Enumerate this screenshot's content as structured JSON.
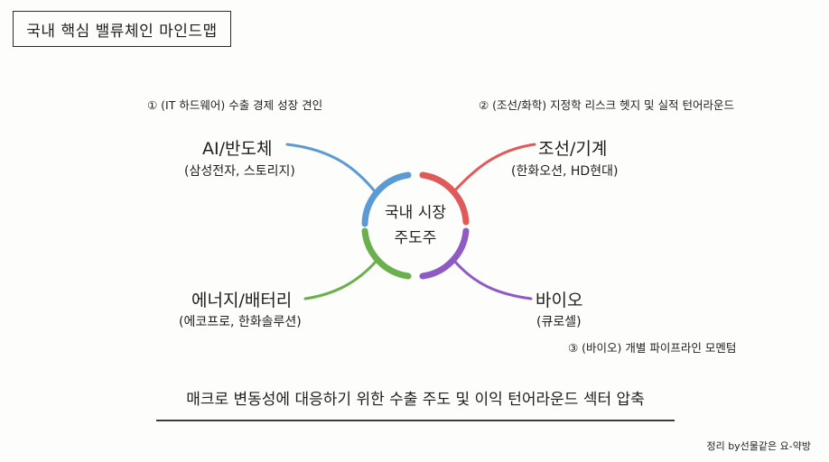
{
  "title": "국내 핵심 밸류체인 마인드맵",
  "center": {
    "line1": "국내 시장",
    "line2": "주도주"
  },
  "notes": {
    "note1": "① (IT 하드웨어) 수출 경제 성장 견인",
    "note2": "② (조선/화학) 지정학 리스크 헷지 및 실적 턴어라운드",
    "note3": "③ (바이오) 개별 파이프라인 모멘텀"
  },
  "branches": {
    "ai": {
      "title": "AI/반도체",
      "sub": "(삼성전자, 스토리지)",
      "color": "#5b9bd5"
    },
    "ship": {
      "title": "조선/기계",
      "sub": "(한화오션, HD현대)",
      "color": "#e05a5a"
    },
    "energy": {
      "title": "에너지/배터리",
      "sub": "(에코프로, 한화솔루션)",
      "color": "#6ab04c"
    },
    "bio": {
      "title": "바이오",
      "sub": "(큐로셀)",
      "color": "#8e5bc4"
    }
  },
  "summary": "매크로 변동성에 대응하기 위한 수출 주도 및 이익 턴어라운드 섹터 압축",
  "credit": "정리 by선물같은 요-약방"
}
